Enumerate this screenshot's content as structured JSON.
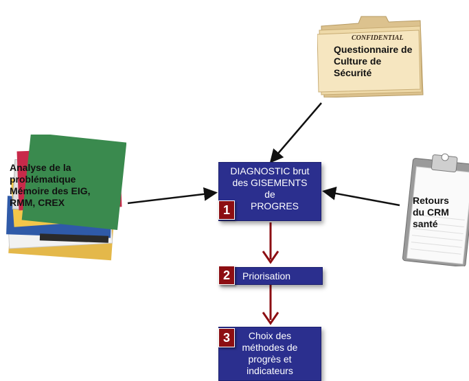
{
  "top_folder": {
    "stamp": "CONFIDENTIAL",
    "label_lines": [
      "Questionnaire de",
      "Culture de",
      "Sécurité"
    ]
  },
  "left_stack": {
    "label_lines": [
      "Analyse de la",
      "problématique",
      "Mémoire des EIG,",
      "RMM, CREX"
    ]
  },
  "right_clipboard": {
    "label_lines": [
      "Retours",
      "du CRM",
      "santé"
    ]
  },
  "steps": [
    {
      "number": "1",
      "text_lines": [
        "DIAGNOSTIC brut",
        "des GISEMENTS",
        "de",
        "PROGRES"
      ]
    },
    {
      "number": "2",
      "text_lines": [
        "Priorisation"
      ]
    },
    {
      "number": "3",
      "text_lines": [
        "Choix des",
        "méthodes de",
        "progrès et",
        "indicateurs"
      ]
    }
  ],
  "colors": {
    "box": "#2b2f8e",
    "number_badge": "#8c0e12",
    "arrow_dark": "#111111",
    "arrow_red": "#8c0e12",
    "folder": "#f0dcae",
    "stack_green": "#3a8a4e"
  }
}
